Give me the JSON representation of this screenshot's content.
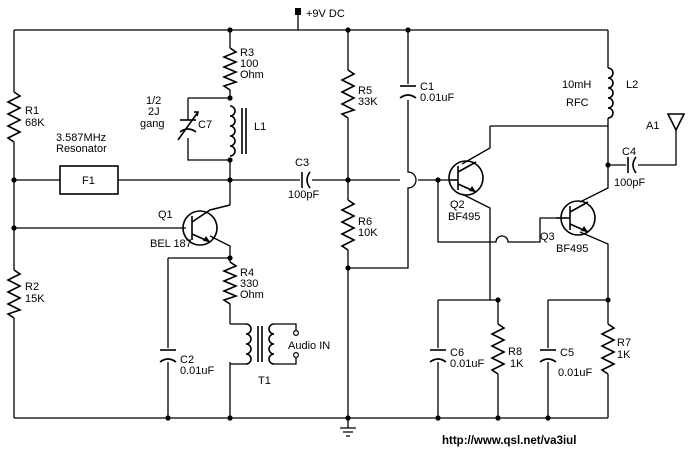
{
  "supply": "+9V DC",
  "components": {
    "R1": {
      "ref": "R1",
      "value": "68K"
    },
    "R2": {
      "ref": "R2",
      "value": "15K"
    },
    "R3": {
      "ref": "R3",
      "value1": "100",
      "value2": "Ohm"
    },
    "R4": {
      "ref": "R4",
      "value1": "330",
      "value2": "Ohm"
    },
    "R5": {
      "ref": "R5",
      "value": "33K"
    },
    "R6": {
      "ref": "R6",
      "value": "10K"
    },
    "R7": {
      "ref": "R7",
      "value": "1K"
    },
    "R8": {
      "ref": "R8",
      "value": "1K"
    },
    "C1": {
      "ref": "C1",
      "value": "0.01uF"
    },
    "C2": {
      "ref": "C2",
      "value": "0.01uF"
    },
    "C3": {
      "ref": "C3",
      "value": "100pF"
    },
    "C4": {
      "ref": "C4",
      "value": "100pF"
    },
    "C5": {
      "ref": "C5",
      "value": "0.01uF"
    },
    "C6": {
      "ref": "C6",
      "value": "0.01uF"
    },
    "C7": {
      "ref": "C7",
      "line1": "1/2",
      "line2": "2J",
      "line3": "gang"
    },
    "L1": {
      "ref": "L1"
    },
    "L2": {
      "ref": "L2",
      "value": "10mH",
      "type": "RFC"
    },
    "F1": {
      "ref": "F1",
      "line1": "3.587MHz",
      "line2": "Resonator"
    },
    "Q1": {
      "ref": "Q1",
      "part": "BEL 187"
    },
    "Q2": {
      "ref": "Q2",
      "part": "BF495"
    },
    "Q3": {
      "ref": "Q3",
      "part": "BF495"
    },
    "T1": {
      "ref": "T1",
      "label": "Audio IN"
    },
    "A1": {
      "ref": "A1"
    }
  },
  "url": "http://www.qsl.net/va3iul"
}
